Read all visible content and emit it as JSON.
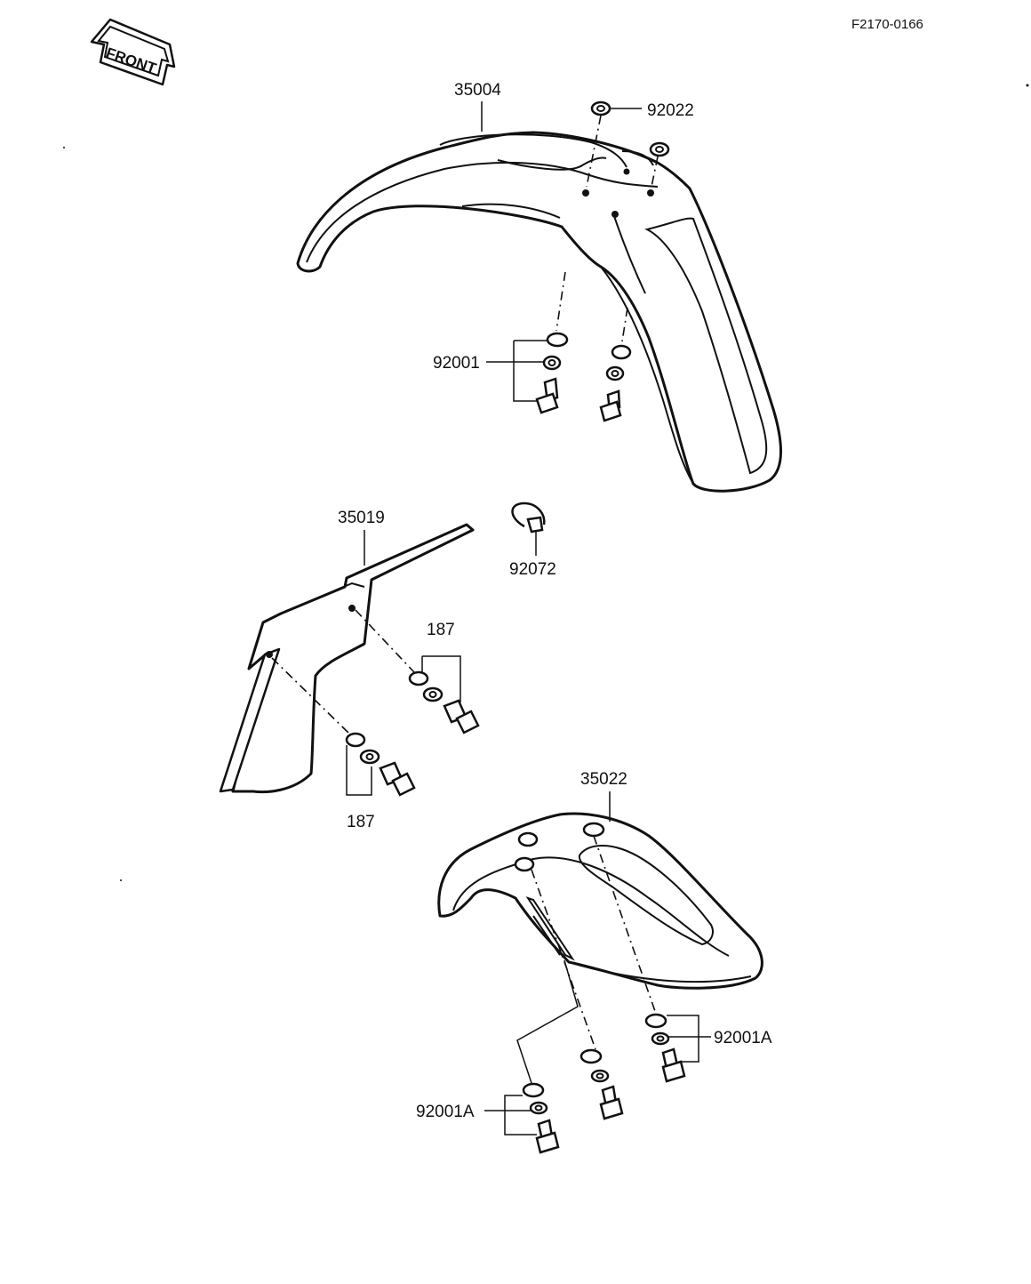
{
  "figure_code": "F2170-0166",
  "front_label": "FRONT",
  "labels": {
    "front_fender": "35004",
    "nut_top": "92022",
    "bolt_set_front": "92001",
    "bracket": "35019",
    "clamp": "92072",
    "bolt_set_bracket_upper": "187",
    "bolt_set_bracket_lower": "187",
    "rear_fender": "35022",
    "bolt_set_rear_right": "92001A",
    "bolt_set_rear_left": "92001A"
  }
}
